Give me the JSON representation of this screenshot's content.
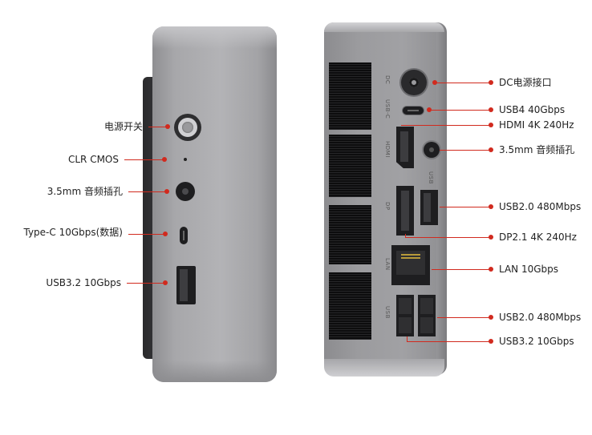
{
  "front_labels": {
    "power": "电源开关",
    "clr_cmos": "CLR CMOS",
    "audio": "3.5mm 音频插孔",
    "typec": "Type-C 10Gbps(数据)",
    "usb32": "USB3.2 10Gbps"
  },
  "back_labels": {
    "dc": "DC电源接口",
    "usb4": "USB4 40Gbps",
    "hdmi": "HDMI 4K 240Hz",
    "audio": "3.5mm 音频插孔",
    "usb20_a": "USB2.0 480Mbps",
    "dp": "DP2.1 4K 240Hz",
    "lan": "LAN 10Gbps",
    "usb20_b": "USB2.0 480Mbps",
    "usb32": "USB3.2 10Gbps"
  },
  "port_text": {
    "dc": "DC",
    "usbc": "USB-C",
    "hdmi": "HDMI",
    "dp": "DP",
    "usb_right": "USB",
    "lan": "LAN",
    "usb_bottom": "USB"
  },
  "colors": {
    "accent": "#d12a1e"
  }
}
